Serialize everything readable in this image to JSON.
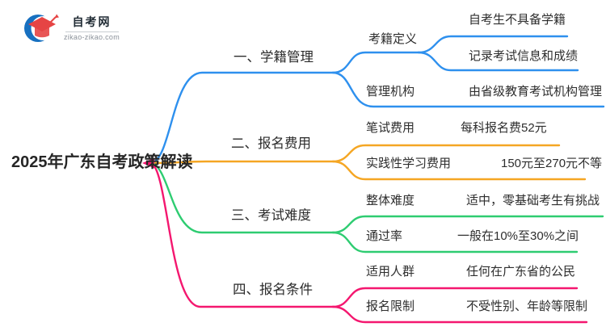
{
  "brand": {
    "name": "自考网",
    "domain": "zikao-zikao.com"
  },
  "colors": {
    "blue": "#2E90EE",
    "orange": "#F5A623",
    "green": "#2ECC71",
    "pink": "#F4176F",
    "logo_blue": "#1770C0",
    "logo_red": "#E64444",
    "text": "#2e2e2e"
  },
  "mindmap": {
    "root": "2025年广东自考政策解读",
    "branches": [
      {
        "label": "一、学籍管理",
        "color": "#2E90EE",
        "nodes": [
          {
            "label": "考籍定义",
            "leaves": [
              "自考生不具备学籍",
              "记录考试信息和成绩"
            ]
          },
          {
            "label": "管理机构",
            "leaves": [
              "由省级教育考试机构管理"
            ]
          }
        ]
      },
      {
        "label": "二、报名费用",
        "color": "#F5A623",
        "nodes": [
          {
            "label": "笔试费用",
            "leaves": [
              "每科报名费52元"
            ]
          },
          {
            "label": "实践性学习费用",
            "leaves": [
              "150元至270元不等"
            ]
          }
        ]
      },
      {
        "label": "三、考试难度",
        "color": "#2ECC71",
        "nodes": [
          {
            "label": "整体难度",
            "leaves": [
              "适中，零基础考生有挑战"
            ]
          },
          {
            "label": "通过率",
            "leaves": [
              "一般在10%至30%之间"
            ]
          }
        ]
      },
      {
        "label": "四、报名条件",
        "color": "#F4176F",
        "nodes": [
          {
            "label": "适用人群",
            "leaves": [
              "任何在广东省的公民"
            ]
          },
          {
            "label": "报名限制",
            "leaves": [
              "不受性别、年龄等限制"
            ]
          }
        ]
      }
    ]
  }
}
